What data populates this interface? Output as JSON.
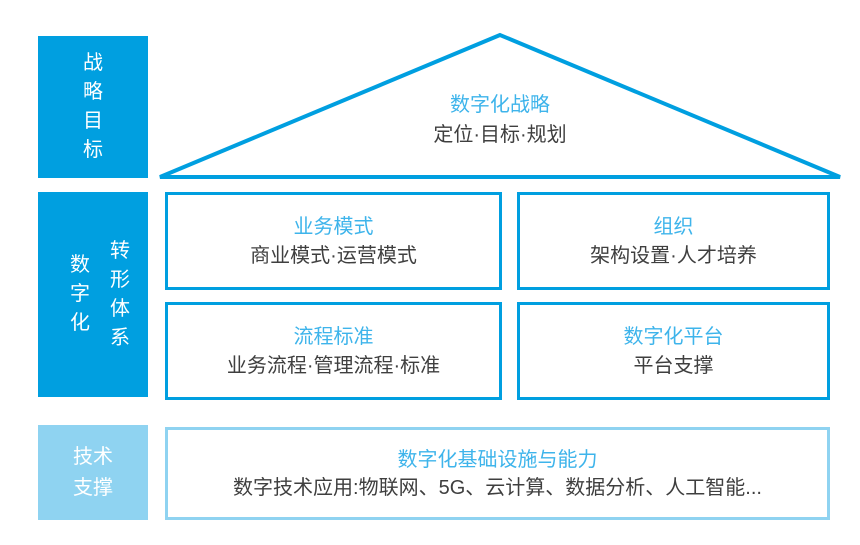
{
  "colors": {
    "primary": "#009fe0",
    "light": "#8fd3f1",
    "title_text": "#3eb4eb",
    "dark_text": "#3f3f3f"
  },
  "left_labels": {
    "strategy_goal": {
      "text": "战略目标"
    },
    "digital_transformation": {
      "columns": [
        "数字化",
        "转形体系"
      ]
    },
    "tech_support": {
      "lines": [
        "技术",
        "支撑"
      ]
    }
  },
  "roof": {
    "title": "数字化战略",
    "subtitle": "定位·目标·规划"
  },
  "matrix": [
    {
      "title": "业务模式",
      "subtitle": "商业模式·运营模式"
    },
    {
      "title": "组织",
      "subtitle": "架构设置·人才培养"
    },
    {
      "title": "流程标准",
      "subtitle": "业务流程·管理流程·标准"
    },
    {
      "title": "数字化平台",
      "subtitle": "平台支撑"
    }
  ],
  "foundation": {
    "title": "数字化基础设施与能力",
    "subtitle": "数字技术应用:物联网、5G、云计算、数据分析、人工智能..."
  }
}
